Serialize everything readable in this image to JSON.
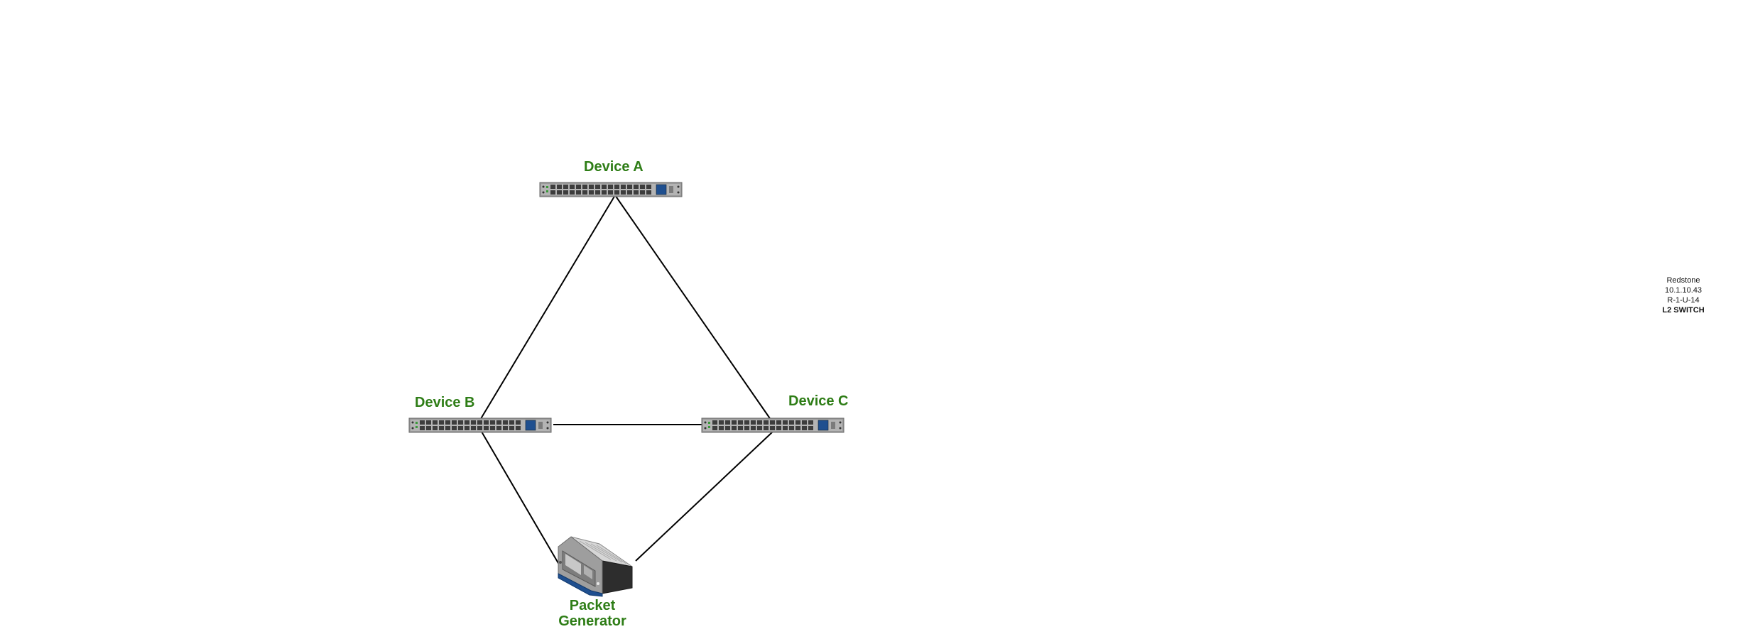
{
  "nodes": {
    "device_a": {
      "label": "Device A",
      "type": "switch",
      "icon": "network-switch-icon"
    },
    "device_b": {
      "label": "Device B",
      "type": "switch",
      "icon": "network-switch-icon"
    },
    "device_c": {
      "label": "Device C",
      "type": "switch",
      "icon": "network-switch-icon"
    },
    "packet_generator": {
      "label_line1": "Packet",
      "label_line2": "Generator",
      "type": "appliance",
      "icon": "packet-generator-icon"
    }
  },
  "edges": [
    {
      "from": "device_a",
      "to": "device_b"
    },
    {
      "from": "device_a",
      "to": "device_c"
    },
    {
      "from": "device_b",
      "to": "device_c"
    },
    {
      "from": "device_b",
      "to": "packet_generator"
    },
    {
      "from": "device_c",
      "to": "packet_generator"
    }
  ],
  "info": {
    "name": "Redstone",
    "ip": "10.1.10.43",
    "location": "R-1-U-14",
    "role": "L2 SWITCH"
  },
  "colors": {
    "label_green": "#2e7d16",
    "switch_body": "#8e8e8e",
    "port": "#3d3d3d",
    "uplink_blue": "#1f4f8f",
    "link": "#000000"
  }
}
